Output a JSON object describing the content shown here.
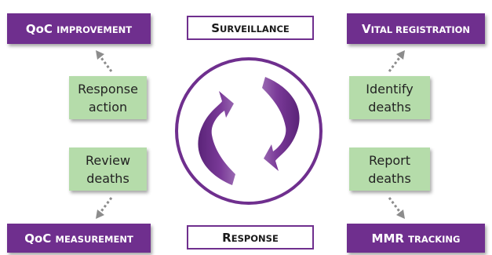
{
  "corners": {
    "qoc_improvement": {
      "lead": "QoC",
      "rest": "improvement"
    },
    "vital_registration": {
      "lead": "V",
      "rest": "ital registration"
    },
    "qoc_measurement": {
      "lead": "QoC",
      "rest": "measurement"
    },
    "mmr_tracking": {
      "lead": "MMR",
      "rest": "tracking"
    }
  },
  "center_labels": {
    "top": {
      "lead": "S",
      "rest": "urveillance"
    },
    "bottom": {
      "lead": "R",
      "rest": "esponse"
    }
  },
  "steps": {
    "response_action": {
      "line1": "Response",
      "line2": "action"
    },
    "review_deaths": {
      "line1": "Review",
      "line2": "deaths"
    },
    "identify_deaths": {
      "line1": "Identify",
      "line2": "deaths"
    },
    "report_deaths": {
      "line1": "Report",
      "line2": "deaths"
    }
  },
  "colors": {
    "purple": "#6f2f8e",
    "light_purple": "#a57ab8",
    "green": "#b5dcaa",
    "arrow_grey": "#8c8c8c"
  }
}
